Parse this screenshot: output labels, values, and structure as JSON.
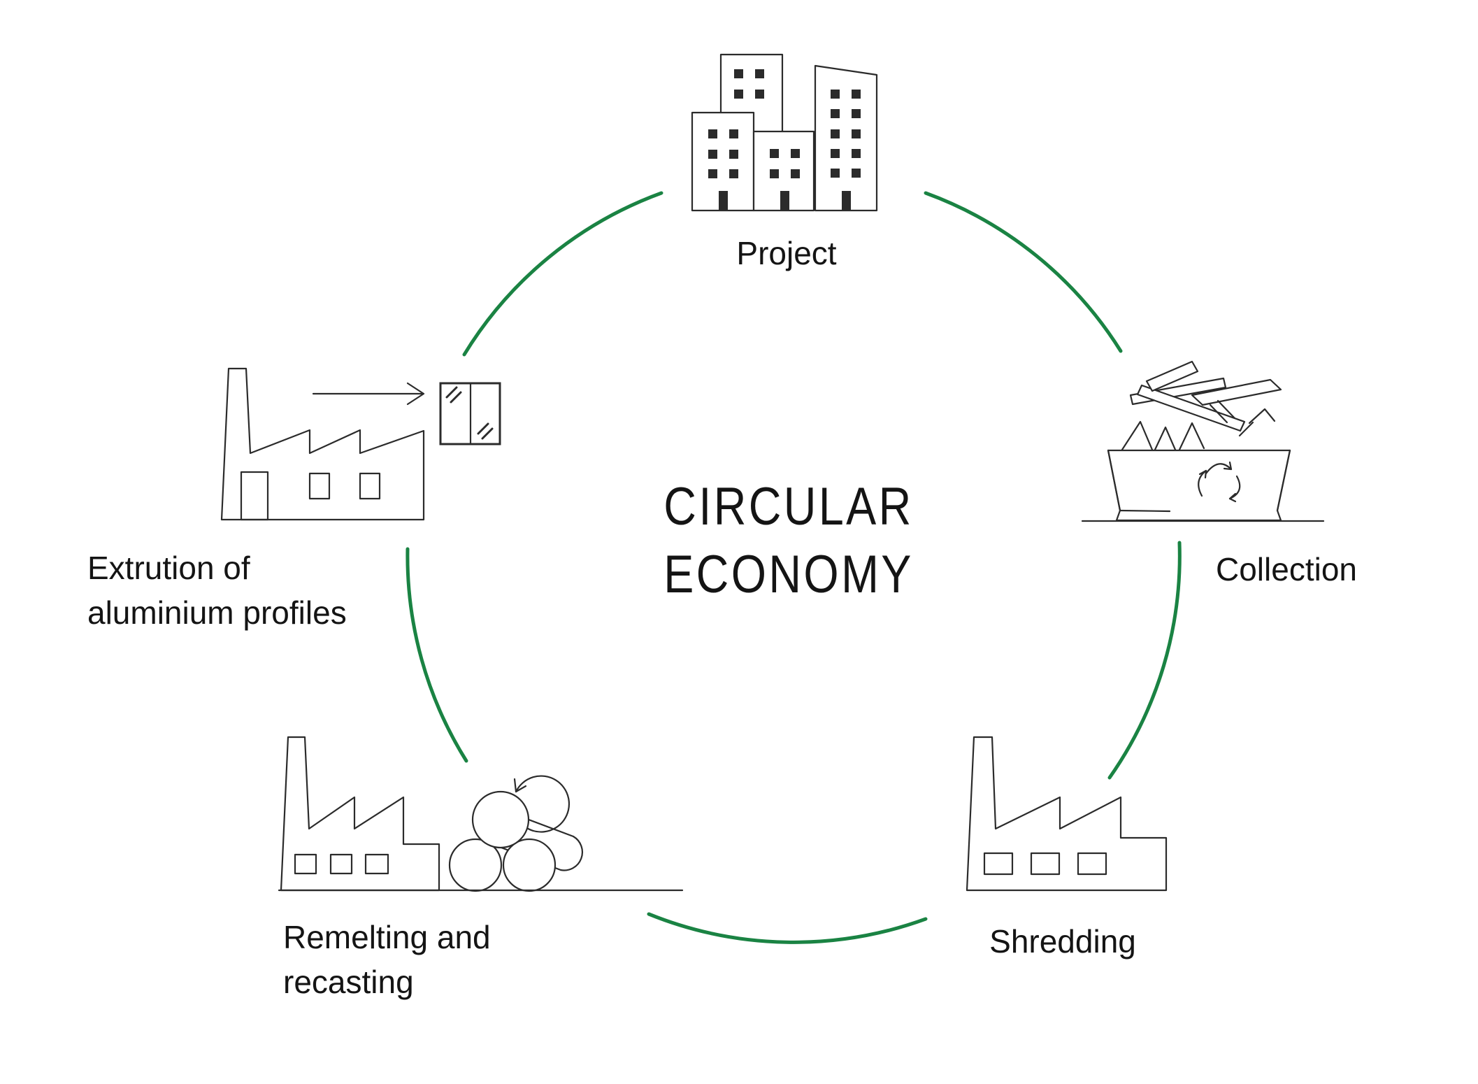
{
  "title": {
    "line1": "CIRCULAR",
    "line2": "ECONOMY"
  },
  "nodes": {
    "project": {
      "label": "Project"
    },
    "collection": {
      "label": "Collection"
    },
    "shredding": {
      "label": "Shredding"
    },
    "remelting": {
      "line1": "Remelting and",
      "line2": "recasting"
    },
    "extrusion": {
      "line1": "Extrution of",
      "line2": "aluminium profiles"
    }
  },
  "colors": {
    "accent_green": "#1a8343",
    "line": "#2b2b2b",
    "text": "#141414",
    "background": "#ffffff"
  },
  "icons": {
    "project": "city-buildings-icon",
    "collection": "scrap-skip-with-recycling-icon",
    "shredding": "factory-icon",
    "remelting": "factory-with-billets-and-cycle-arrow-icon",
    "extrusion": "factory-with-arrow-to-window-icon"
  }
}
